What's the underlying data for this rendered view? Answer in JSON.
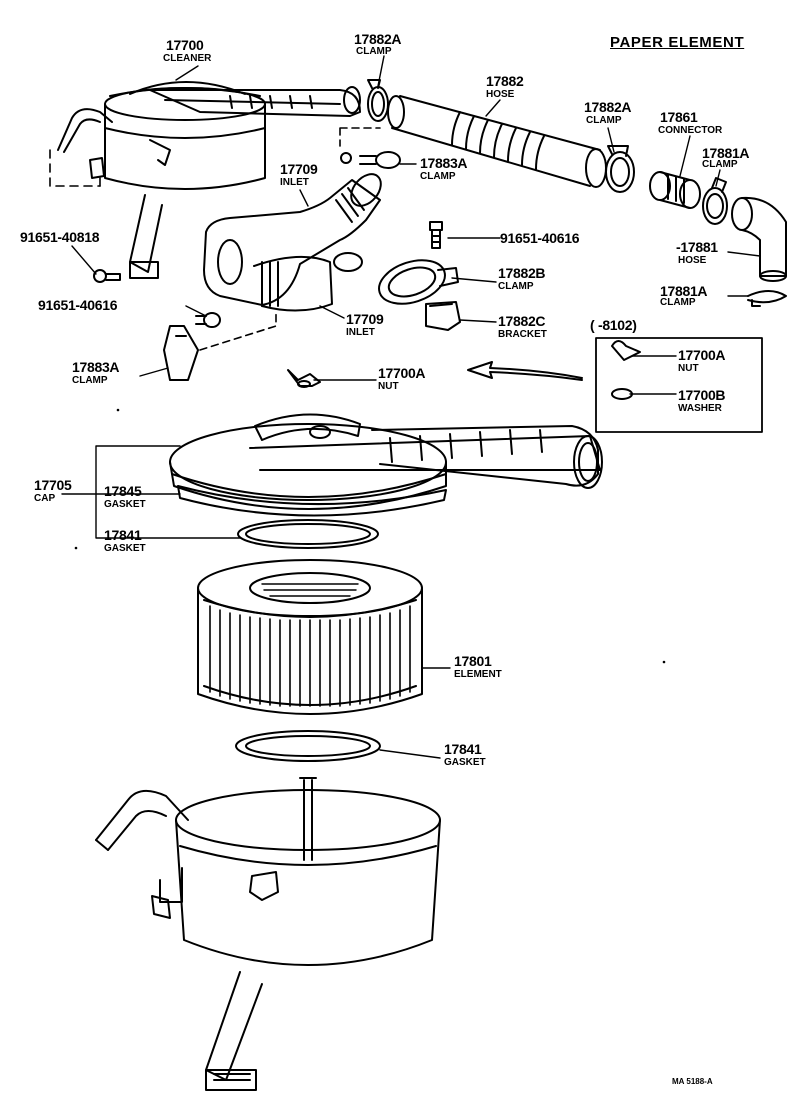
{
  "header": "PAPER ELEMENT",
  "date_range": "(     -8102)",
  "doc_ref": "MA  5188-A",
  "parts": {
    "cleaner_top": {
      "number": "17700",
      "name": "CLEANER"
    },
    "clamp_a_top": {
      "number": "17882A",
      "name": "CLAMP"
    },
    "hose_17882": {
      "number": "17882",
      "name": "HOSE"
    },
    "clamp_a_mid": {
      "number": "17882A",
      "name": "CLAMP"
    },
    "connector": {
      "number": "17861",
      "name": "CONNECTOR"
    },
    "clamp_17881a_top": {
      "number": "17881A",
      "name": "CLAMP"
    },
    "clamp_17883a_top": {
      "number": "17883A",
      "name": "CLAMP"
    },
    "inlet_top": {
      "number": "17709",
      "name": "INLET"
    },
    "bolt_40818": {
      "number": "91651-40818",
      "name": ""
    },
    "bolt_40616_right": {
      "number": "91651-40616",
      "name": ""
    },
    "hose_17881": {
      "number": "-17881",
      "name": "HOSE"
    },
    "clamp_17882b": {
      "number": "17882B",
      "name": "CLAMP"
    },
    "bolt_40616_left": {
      "number": "91651-40616",
      "name": ""
    },
    "clamp_17881a_bot": {
      "number": "17881A",
      "name": "CLAMP"
    },
    "inlet_bottom": {
      "number": "17709",
      "name": "INLET"
    },
    "bracket": {
      "number": "17882C",
      "name": "BRACKET"
    },
    "clamp_17883a_left": {
      "number": "17883A",
      "name": "CLAMP"
    },
    "nut_box": {
      "number": "17700A",
      "name": "NUT"
    },
    "nut_center": {
      "number": "17700A",
      "name": "NUT"
    },
    "washer": {
      "number": "17700B",
      "name": "WASHER"
    },
    "cap": {
      "number": "17705",
      "name": "CAP"
    },
    "gasket_17845": {
      "number": "17845",
      "name": "GASKET"
    },
    "gasket_upper": {
      "number": "17841",
      "name": "GASKET"
    },
    "element": {
      "number": "17801",
      "name": "ELEMENT"
    },
    "gasket_lower": {
      "number": "17841",
      "name": "GASKET"
    }
  }
}
